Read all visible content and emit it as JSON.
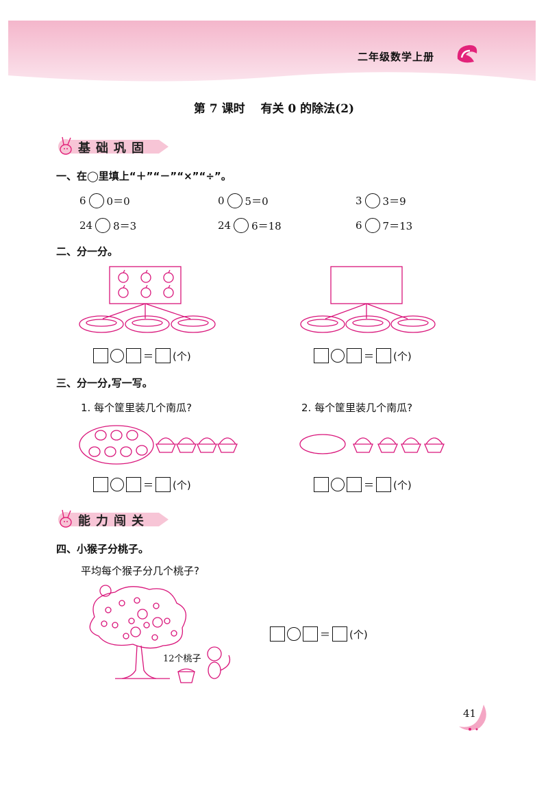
{
  "header": {
    "grade_label": "二年级数学上册",
    "accent_color": "#f6c8d8",
    "brand_color": "#e2237a"
  },
  "lesson": {
    "title": "第 7 课时　 有关 0 的除法(2)"
  },
  "sections": {
    "basic": {
      "label": "基础巩固"
    },
    "ability": {
      "label": "能力闯关"
    }
  },
  "q1": {
    "title": "一、在◯里填上“＋”“－”“×”“÷”。",
    "rows": [
      [
        {
          "a": "6",
          "b": "0＝0"
        },
        {
          "a": "0",
          "b": "5＝0"
        },
        {
          "a": "3",
          "b": "3＝9"
        }
      ],
      [
        {
          "a": "24",
          "b": "8＝3"
        },
        {
          "a": "24",
          "b": "6＝18"
        },
        {
          "a": "6",
          "b": "7＝13"
        }
      ]
    ]
  },
  "q2": {
    "title": "二、分一分。",
    "unit": "(个)",
    "eq_sign": "＝"
  },
  "q3": {
    "title": "三、分一分,写一写。",
    "sub1": "1. 每个筐里装几个南瓜?",
    "sub2": "2. 每个筐里装几个南瓜?",
    "unit": "(个)",
    "eq_sign": "＝"
  },
  "q4": {
    "title": "四、小猴子分桃子。",
    "question": "平均每个猴子分几个桃子?",
    "peach_label": "12个桃子",
    "unit": "(个)",
    "eq_sign": "＝"
  },
  "page_number": "41"
}
